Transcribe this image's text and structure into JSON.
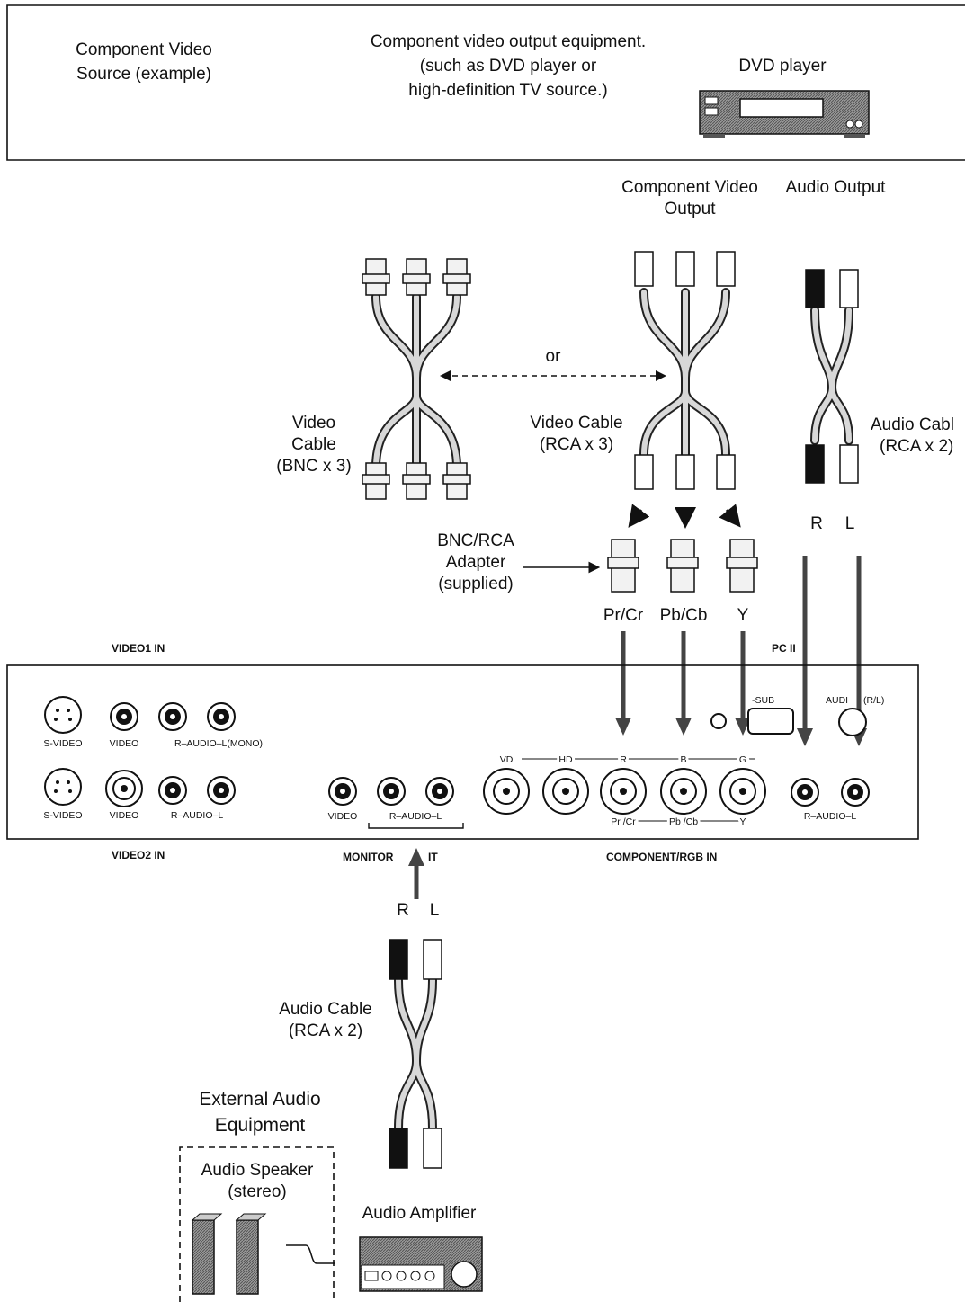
{
  "source_box": {
    "title_line1": "Component Video",
    "title_line2": "Source (example)",
    "desc_line1": "Component video output equipment.",
    "desc_line2": "(such as DVD player or",
    "desc_line3": "high-definition TV source.)",
    "device_label": "DVD player"
  },
  "outputs": {
    "component_line1": "Component Video",
    "component_line2": "Output",
    "audio": "Audio Output"
  },
  "cables": {
    "or": "or",
    "bnc_line1": "Video",
    "bnc_line2": "Cable",
    "bnc_line3": "(BNC x 3)",
    "rca_line1": "Video Cable",
    "rca_line2": "(RCA x 3)",
    "audio_line1": "Audio Cabl",
    "audio_line2": "(RCA x 2)",
    "r": "R",
    "l": "L"
  },
  "adapter": {
    "line1": "BNC/RCA",
    "line2": "Adapter",
    "line3": "(supplied)",
    "pr": "Pr/Cr",
    "pb": "Pb/Cb",
    "y": "Y"
  },
  "panel": {
    "video1_in": "VIDEO1 IN",
    "pc_in": "PC II",
    "video2_in": "VIDEO2 IN",
    "monitor_out_a": "MONITOR",
    "monitor_out_b": "IT",
    "component_rgb_in": "COMPONENT/RGB IN",
    "svideo": "S-VIDEO",
    "video": "VIDEO",
    "r_audio_l_mono": "R–AUDIO–L(MONO)",
    "r_audio_l": "R–AUDIO–L",
    "dsub": "-SUB",
    "audio_rl": "AUDI",
    "audio_rl_b": "(R/L)",
    "vd": "VD",
    "hd": "HD",
    "r": "R",
    "b": "B",
    "g": "G",
    "pr_cr": "Pr /Cr",
    "pb_cb": "Pb /Cb",
    "y": "Y"
  },
  "bottom": {
    "r": "R",
    "l": "L",
    "audio_cable_line1": "Audio Cable",
    "audio_cable_line2": "(RCA x 2)",
    "external_line1": "External Audio",
    "external_line2": "Equipment",
    "speaker_line1": "Audio Speaker",
    "speaker_line2": "(stereo)",
    "amplifier": "Audio Amplifier"
  }
}
